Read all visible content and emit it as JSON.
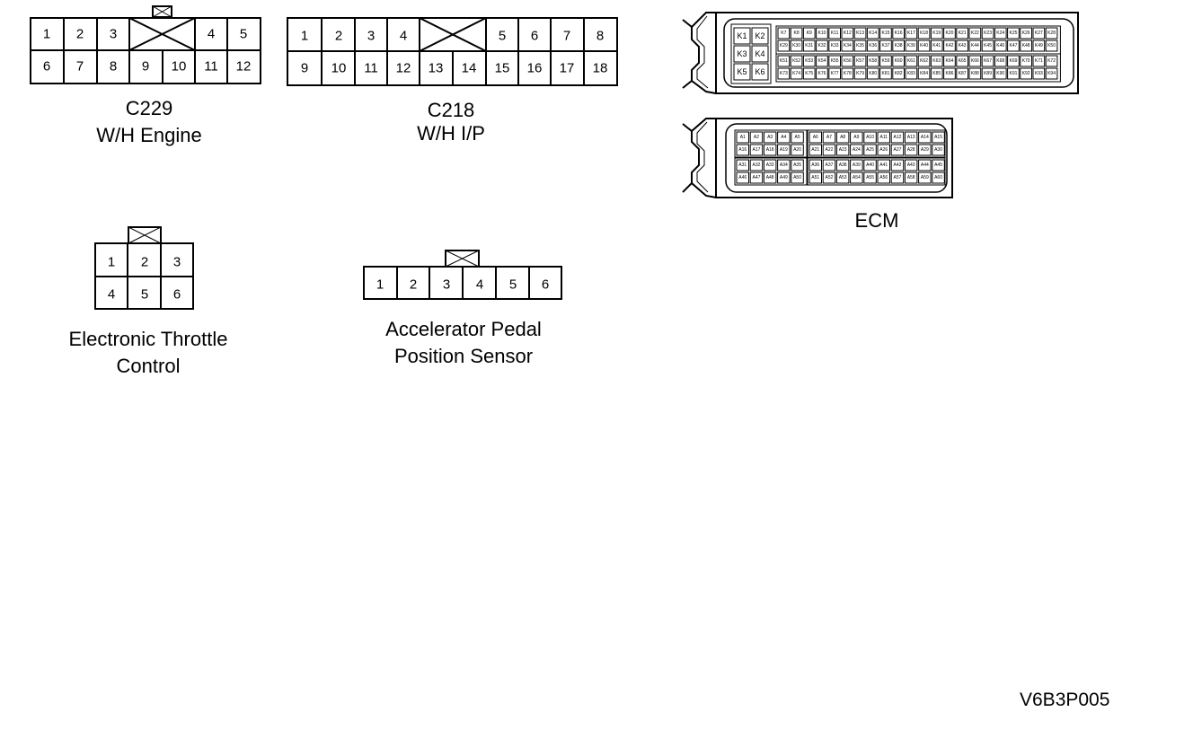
{
  "connectors": [
    {
      "id": "c229",
      "title": "C229",
      "subtitle": "W/H Engine",
      "row1": [
        "1",
        "2",
        "3",
        "",
        "4",
        "5"
      ],
      "row2": [
        "6",
        "7",
        "8",
        "9",
        "10",
        "11",
        "12"
      ]
    },
    {
      "id": "c218",
      "title": "C218",
      "subtitle": "W/H I/P",
      "row1": [
        "1",
        "2",
        "3",
        "4",
        "",
        "5",
        "6",
        "7",
        "8"
      ],
      "row2": [
        "9",
        "10",
        "11",
        "12",
        "13",
        "14",
        "15",
        "16",
        "17",
        "18"
      ]
    },
    {
      "id": "etc",
      "title": "Electronic Throttle",
      "subtitle": "Control",
      "row1": [
        "1",
        "2",
        "3"
      ],
      "row2": [
        "4",
        "5",
        "6"
      ]
    },
    {
      "id": "apps",
      "title": "Accelerator Pedal",
      "subtitle": "Position Sensor",
      "row1": [
        "1",
        "2",
        "3",
        "4",
        "5",
        "6"
      ]
    }
  ],
  "ecm": {
    "title": "ECM",
    "k_large": [
      "K1",
      "K2",
      "K3",
      "K4",
      "K5",
      "K6"
    ],
    "k_rows": [
      [
        "K7",
        "K8",
        "K9",
        "K10",
        "K11",
        "K12",
        "K13",
        "K14",
        "K15",
        "K16",
        "K17",
        "K18",
        "K19",
        "K20",
        "K21",
        "K22",
        "K23",
        "K24",
        "K25",
        "K26",
        "K27",
        "K28"
      ],
      [
        "K29",
        "K30",
        "K31",
        "K32",
        "K33",
        "K34",
        "K35",
        "K36",
        "K37",
        "K38",
        "K39",
        "K40",
        "K41",
        "K42",
        "K43",
        "K44",
        "K45",
        "K46",
        "K47",
        "K48",
        "K49",
        "K50"
      ],
      [
        "K51",
        "K52",
        "K53",
        "K54",
        "K55",
        "K56",
        "K57",
        "K58",
        "K59",
        "K60",
        "K61",
        "K62",
        "K63",
        "K64",
        "K65",
        "K66",
        "K67",
        "K68",
        "K69",
        "K70",
        "K71",
        "K72"
      ],
      [
        "K73",
        "K74",
        "K75",
        "K76",
        "K77",
        "K78",
        "K79",
        "K80",
        "K81",
        "K82",
        "K83",
        "K84",
        "K85",
        "K86",
        "K87",
        "K88",
        "K89",
        "K90",
        "K91",
        "K92",
        "K93",
        "K94"
      ]
    ],
    "a_rows": [
      [
        "A1",
        "A2",
        "A3",
        "A4",
        "A5",
        "A6",
        "A7",
        "A8",
        "A9",
        "A10",
        "A11",
        "A12",
        "A13",
        "A14",
        "A15"
      ],
      [
        "A16",
        "A17",
        "A18",
        "A19",
        "A20",
        "A21",
        "A22",
        "A23",
        "A24",
        "A25",
        "A26",
        "A27",
        "A28",
        "A29",
        "A30"
      ],
      [
        "A31",
        "A32",
        "A33",
        "A34",
        "A35",
        "A36",
        "A37",
        "A38",
        "A39",
        "A40",
        "A41",
        "A42",
        "A43",
        "A44",
        "A45"
      ],
      [
        "A46",
        "A47",
        "A48",
        "A49",
        "A50",
        "A51",
        "A52",
        "A53",
        "A54",
        "A55",
        "A56",
        "A57",
        "A58",
        "A59",
        "A60"
      ]
    ]
  },
  "figure_id": "V6B3P005"
}
